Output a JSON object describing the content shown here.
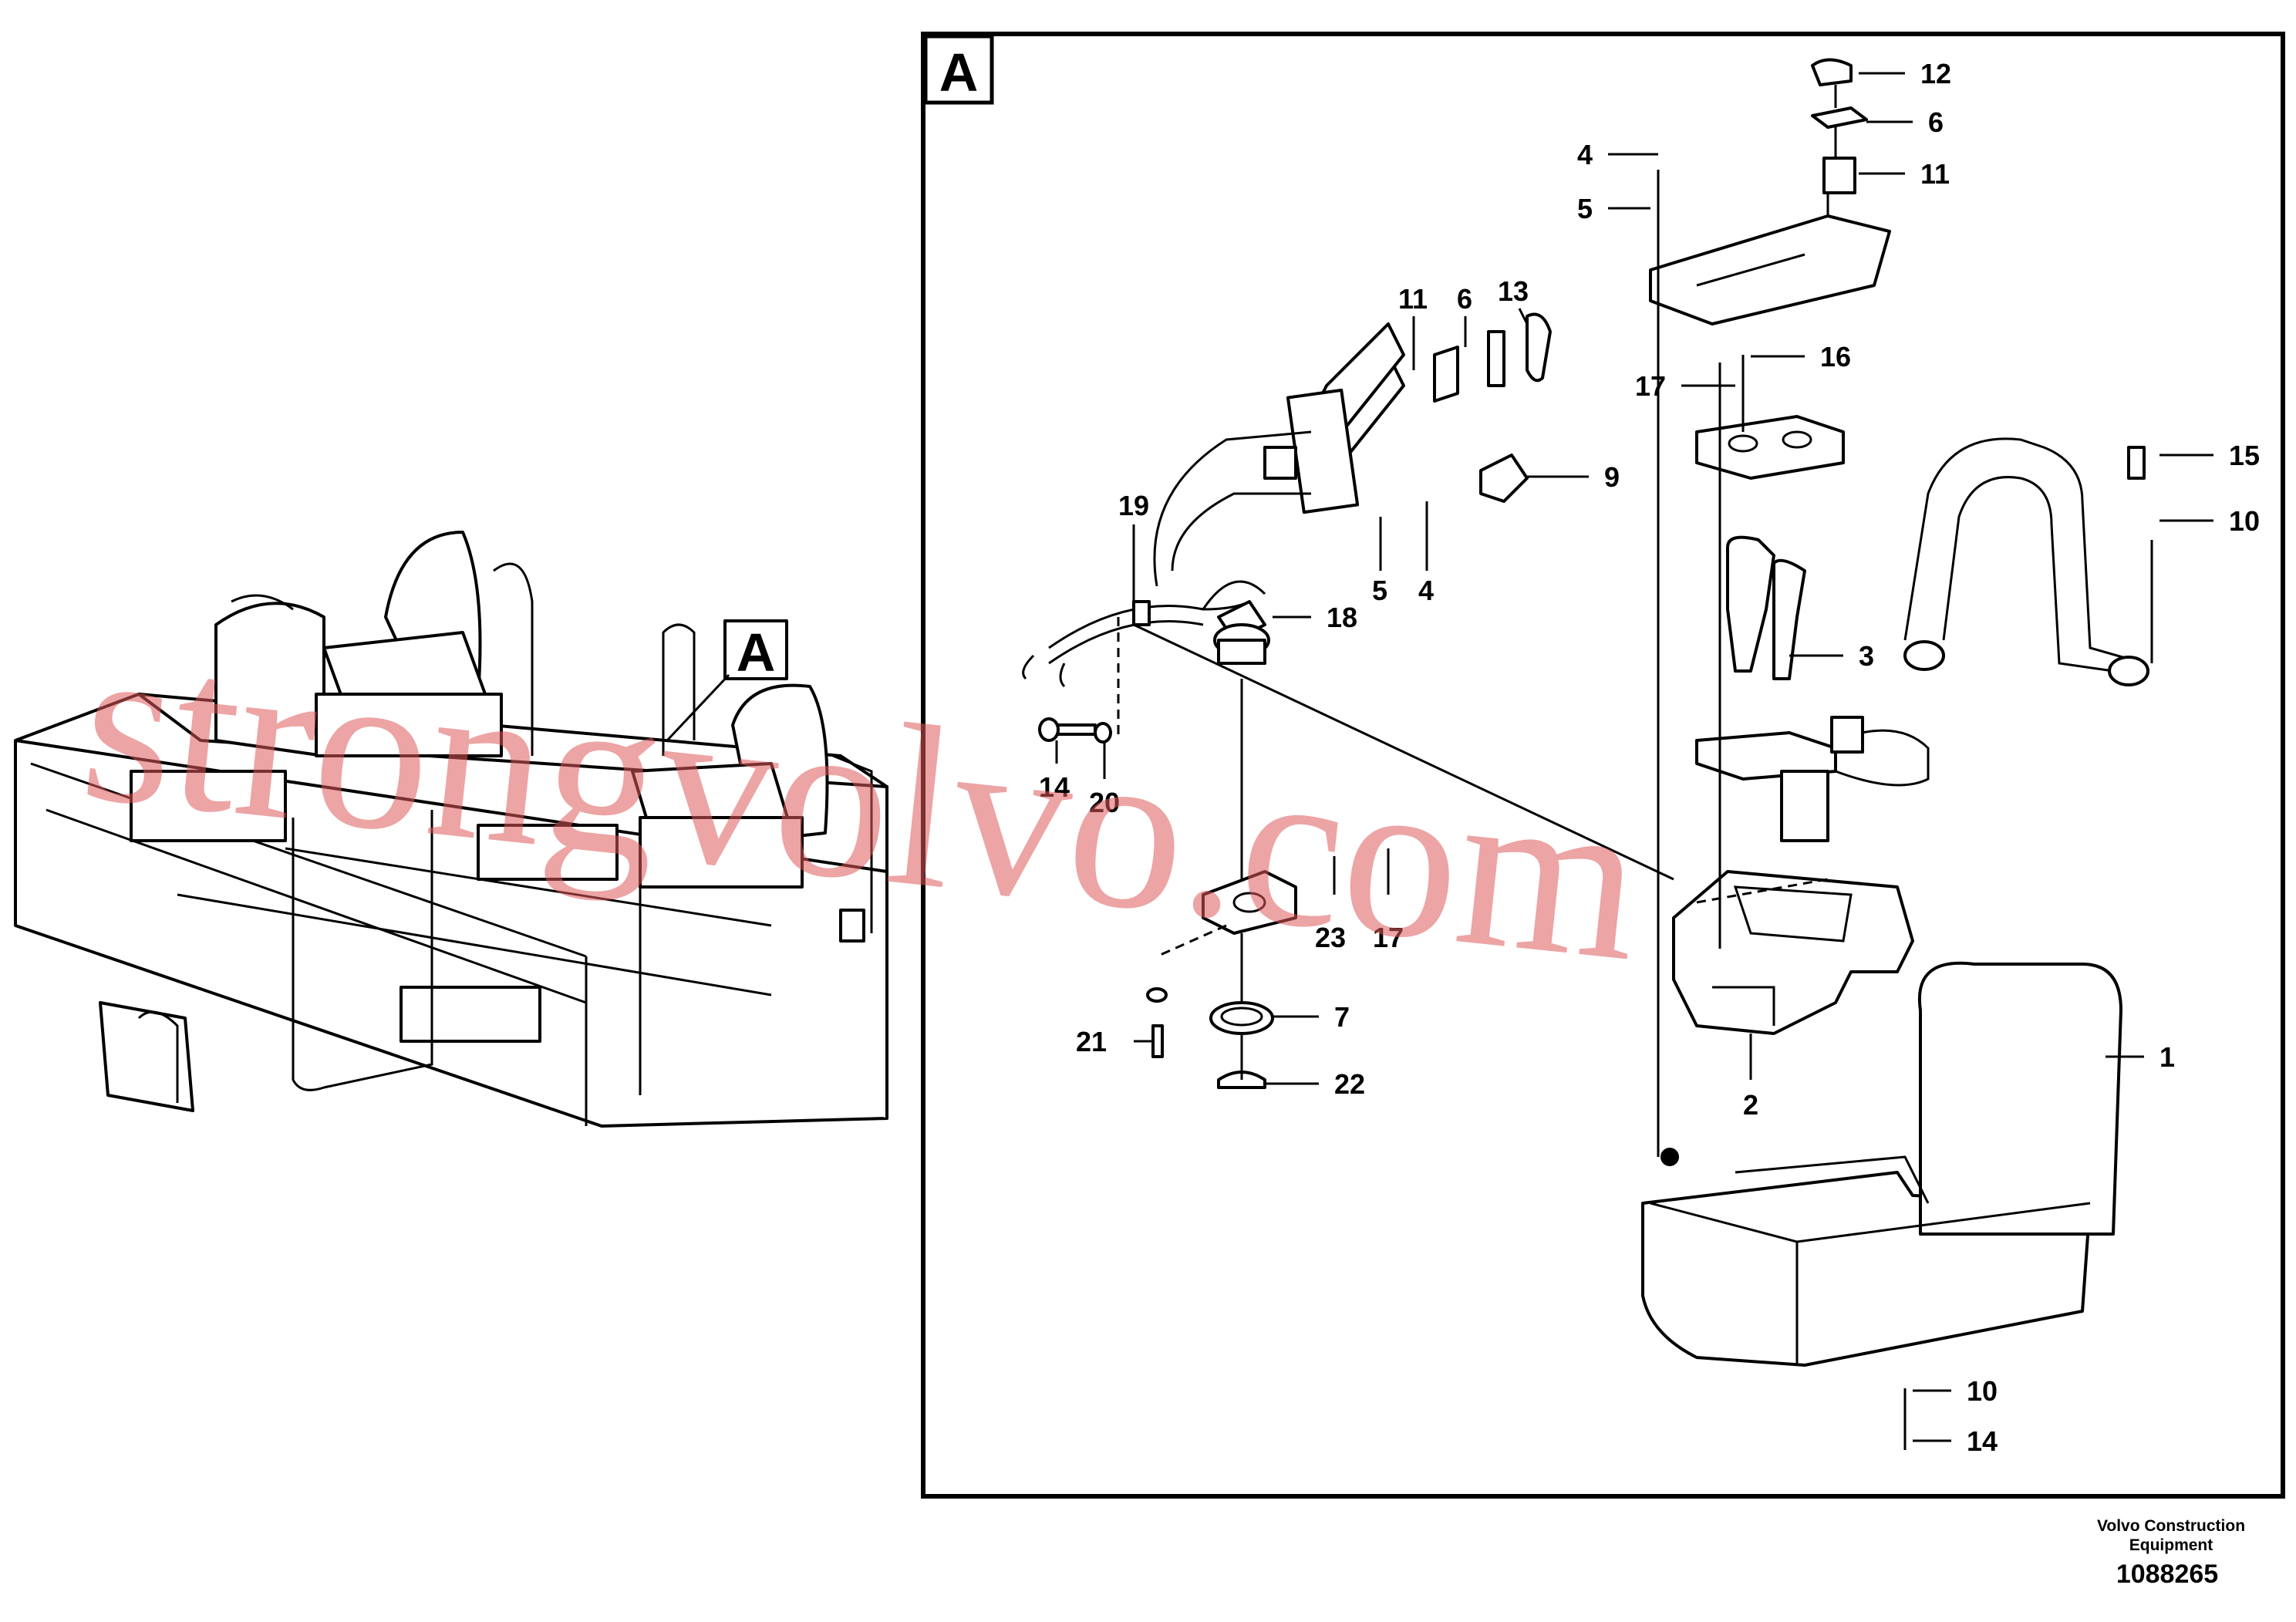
{
  "views": {
    "detail": "A",
    "overview_marker": "A"
  },
  "callouts": [
    "12",
    "6",
    "11",
    "4",
    "5",
    "11",
    "6",
    "13",
    "9",
    "19",
    "18",
    "5",
    "4",
    "17",
    "16",
    "15",
    "10",
    "3",
    "14",
    "20",
    "23",
    "17",
    "21",
    "7",
    "22",
    "2",
    "1",
    "10",
    "14"
  ],
  "watermark": "strongvolvo.com",
  "footer": {
    "company": "Volvo Construction Equipment",
    "company_line1": "Volvo Construction",
    "company_line2": "Equipment",
    "drawing_number": "1088265"
  }
}
